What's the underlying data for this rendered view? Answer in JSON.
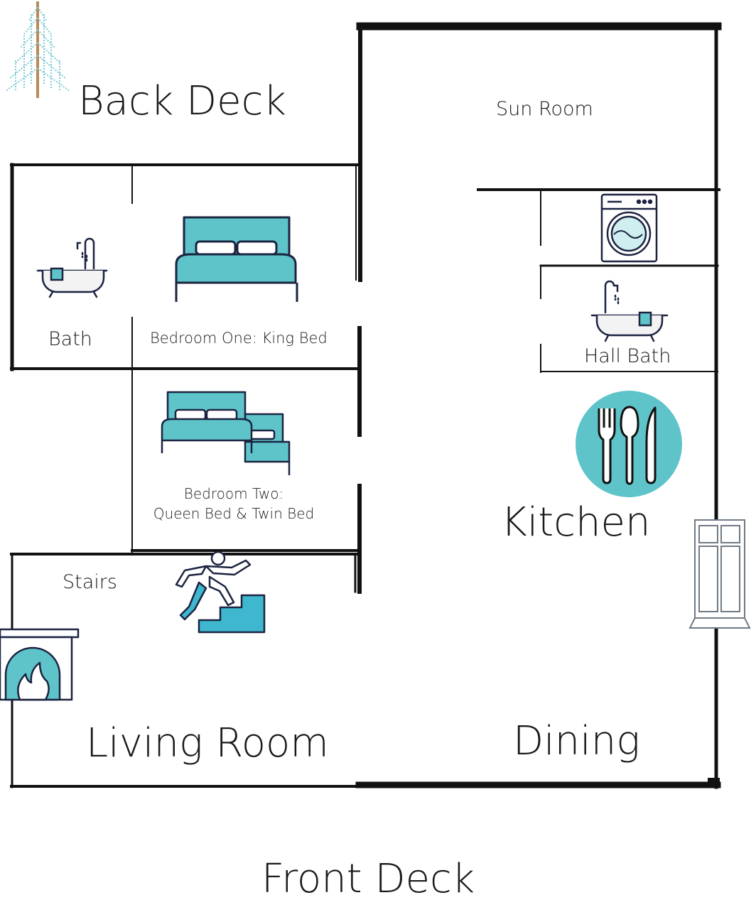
{
  "rooms": {
    "back_deck": "Back Deck",
    "sun_room": "Sun Room",
    "bath": "Bath",
    "bedroom_one": "Bedroom One: King Bed",
    "hall_bath": "Hall Bath",
    "bedroom_two_line1": "Bedroom Two:",
    "bedroom_two_line2": "Queen Bed & Twin Bed",
    "kitchen": "Kitchen",
    "stairs": "Stairs",
    "living_room": "Living Room",
    "dining": "Dining",
    "front_deck": "Front Deck"
  },
  "colors": {
    "wall": "#111111",
    "accent": "#5ec4c9",
    "icon_outline": "#1b2340",
    "stair_blue": "#3fb7cf",
    "door_gray": "#6f7a86",
    "tree": "#7ecbd6"
  },
  "icons": [
    "tree-icon",
    "bathtub-icon",
    "king-bed-icon",
    "washing-machine-icon",
    "bathtub-icon",
    "bunk-beds-icon",
    "utensils-icon",
    "door-icon",
    "stairs-climber-icon",
    "fireplace-icon"
  ]
}
